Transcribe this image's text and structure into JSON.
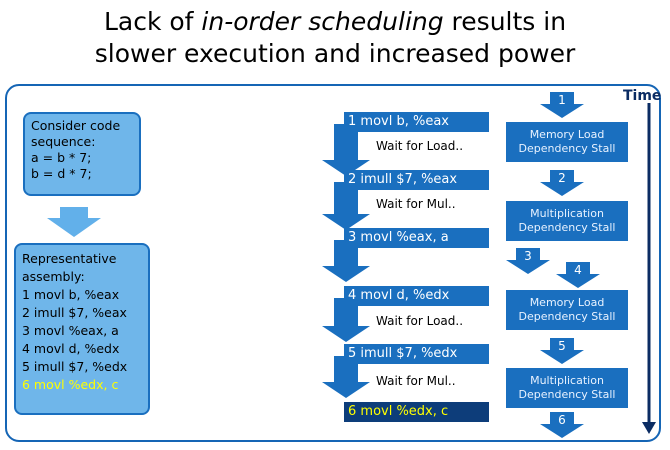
{
  "title": {
    "line1_prefix": "Lack of ",
    "line1_italic": "in-order scheduling",
    "line1_suffix": " results in",
    "line2": "slower execution and increased power"
  },
  "code_box": {
    "lines": [
      "Consider code",
      "sequence:",
      "a = b * 7;",
      "b = d * 7;"
    ]
  },
  "asm_box": {
    "lines": [
      "Representative",
      "assembly:",
      "1  movl b, %eax",
      "2  imull $7, %eax",
      "3  movl %eax, a",
      "4  movl d, %edx",
      "5  imull $7, %edx"
    ],
    "highlight": "6  movl %edx, c"
  },
  "instructions": [
    "1  movl b, %eax",
    "2  imull $7, %eax",
    "3  movl %eax, a",
    "4  movl d, %edx",
    "5  imull $7, %edx",
    "6  movl %edx, c"
  ],
  "waits": [
    "Wait for Load..",
    "Wait for Mul..",
    "Wait for Load..",
    "Wait for Mul.."
  ],
  "stalls": [
    [
      "Memory Load",
      "Dependency Stall"
    ],
    [
      "Multiplication",
      "Dependency Stall"
    ],
    [
      "Memory Load",
      "Dependency Stall"
    ],
    [
      "Multiplication",
      "Dependency Stall"
    ]
  ],
  "step_numbers": [
    "1",
    "2",
    "3",
    "4",
    "5",
    "6"
  ],
  "time_label": "Time",
  "colors": {
    "frame": "#1565b5",
    "instruction_bg": "#1a6fbf",
    "arrow_blue": "#1a6fbf",
    "light_box": "#6fb6ea",
    "light_arrow": "#62b0ea",
    "highlight_text": "#ffff00",
    "time_axis": "#0b2c63"
  }
}
